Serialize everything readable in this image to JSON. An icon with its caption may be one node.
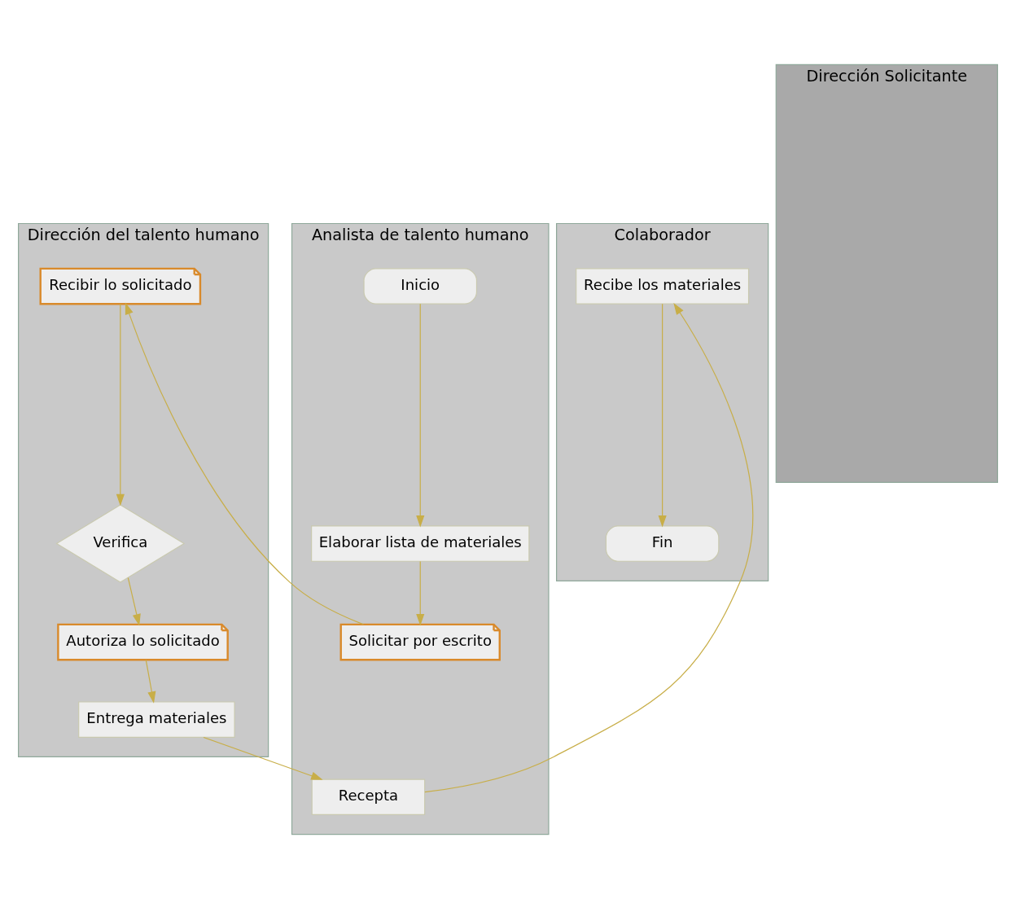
{
  "diagram": {
    "nodes": [
      {
        "text": [
          "Dirección del talento humano"
        ]
      },
      {
        "text": [
          "Analista de talento humano"
        ]
      },
      {
        "text": [
          "Dirección Solicitante"
        ]
      },
      {
        "text": [
          "Colaborador"
        ]
      },
      {
        "text": [
          "Recibir lo solicitado"
        ],
        "in": 0
      },
      {
        "text": [
          "Inicio"
        ],
        "in": 1
      },
      {
        "text": [
          "Recibe los materiales"
        ],
        "in": 3
      },
      {
        "text": [
          "Elaborar lista de materiales"
        ],
        "in": 1
      },
      {
        "text": [
          "Verifica"
        ],
        "in": 0
      },
      {
        "text": [
          "Fin"
        ],
        "in": 3
      },
      {
        "text": [
          "Solicitar por escrito"
        ],
        "in": 1
      },
      {
        "text": [
          "Autoriza lo solicitado"
        ],
        "in": 0
      },
      {
        "text": [
          "Entrega materiales"
        ],
        "in": 0
      },
      {
        "text": [
          "Recepta"
        ],
        "in": 1
      }
    ],
    "edges": [
      {
        "from": 5,
        "to": 7,
        "arrow": "to"
      },
      {
        "from": 7,
        "to": 10,
        "arrow": "to"
      },
      {
        "from": 10,
        "to": 4,
        "arrow": "to"
      },
      {
        "from": 4,
        "to": 8,
        "arrow": "to"
      },
      {
        "from": 8,
        "to": 11,
        "arrow": "to"
      },
      {
        "from": 11,
        "to": 12,
        "arrow": "to"
      },
      {
        "from": 12,
        "to": 13,
        "arrow": "to"
      },
      {
        "from": 13,
        "to": 6,
        "arrow": "to"
      },
      {
        "from": 6,
        "to": 9,
        "arrow": "to"
      }
    ]
  }
}
